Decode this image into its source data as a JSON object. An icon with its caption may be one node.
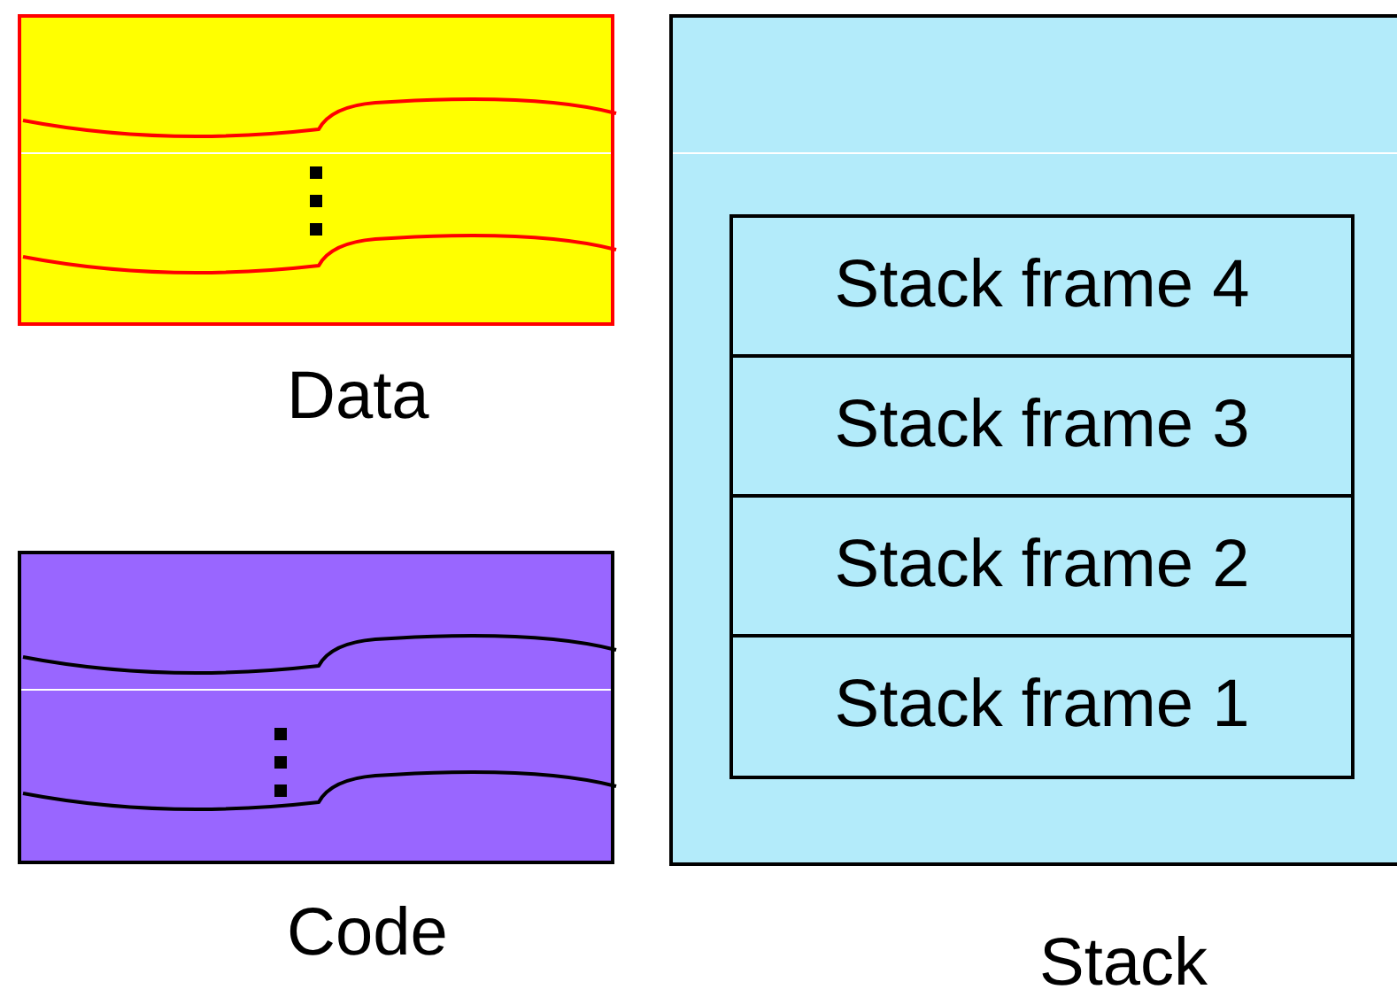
{
  "diagram": {
    "nodes": [
      {
        "text": [
          "Data"
        ]
      },
      {
        "text": [
          "Code"
        ]
      },
      {
        "text": [
          "Stack"
        ]
      },
      {
        "text": [
          "Stack frame 4"
        ],
        "in": 2
      },
      {
        "text": [
          "Stack frame 3"
        ],
        "in": 2
      },
      {
        "text": [
          "Stack frame 2"
        ],
        "in": 2
      },
      {
        "text": [
          "Stack frame 1"
        ],
        "in": 2
      }
    ],
    "edges": []
  }
}
